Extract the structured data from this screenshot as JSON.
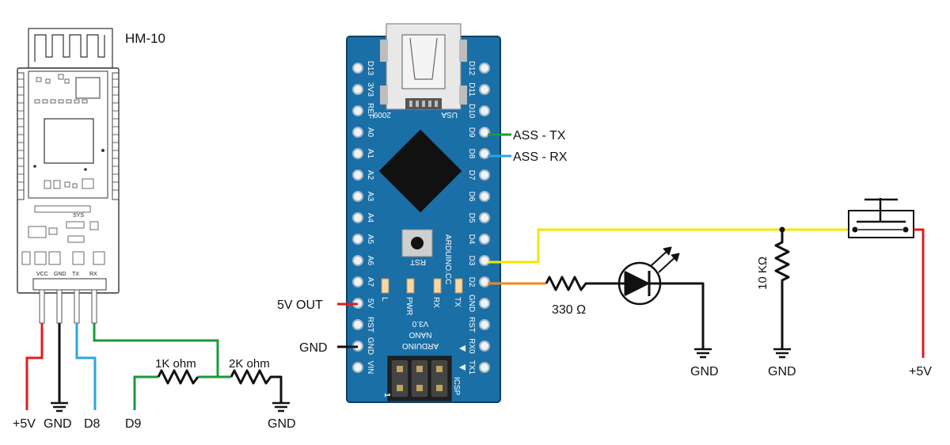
{
  "hm10": {
    "title": "HM-10",
    "pins": [
      "VCC",
      "GND",
      "TX",
      "RX"
    ],
    "sys_label": "SYS",
    "terminals": [
      "+5V",
      "GND",
      "D8"
    ]
  },
  "divider": {
    "input_label": "D9",
    "r1_label": "1K ohm",
    "r2_label": "2K ohm",
    "gnd_label": "GND"
  },
  "nano": {
    "left_pins": [
      "D13",
      "3V3",
      "REF",
      "A0",
      "A1",
      "A2",
      "A3",
      "A4",
      "A5",
      "A6",
      "A7",
      "5V",
      "RST",
      "GND",
      "VIN"
    ],
    "right_pins": [
      "D12",
      "D11",
      "D10",
      "D9",
      "D8",
      "D7",
      "D6",
      "D5",
      "D4",
      "D3",
      "D2",
      "GND",
      "RST",
      "RX0",
      "TX1"
    ],
    "usb_year": "2009",
    "usb_country": "USA",
    "rst_label": "RST",
    "site_label": "ARDUINO.CC",
    "leds": [
      "L",
      "PWR",
      "RX",
      "TX"
    ],
    "version": "V3.0",
    "name_line1": "NANO",
    "name_line2": "ARDUINO",
    "icsp_label": "ICSP",
    "icsp_pin1": "1",
    "board_color": "#1a6fa6"
  },
  "connections": {
    "five_v_out": "5V OUT",
    "gnd": "GND",
    "ass_tx": "ASS - TX",
    "ass_rx": "ASS - RX"
  },
  "led_circuit": {
    "resistor_label": "330 Ω",
    "gnd_label": "GND"
  },
  "button_circuit": {
    "resistor_label": "10 KΩ",
    "gnd_label": "GND",
    "supply_label": "+5V"
  },
  "wire_colors": {
    "red": "#e21b1b",
    "black": "#111111",
    "blue": "#2aa6e0",
    "green": "#1a9a3a",
    "yellow": "#f3e600",
    "orange": "#f08a1c"
  }
}
